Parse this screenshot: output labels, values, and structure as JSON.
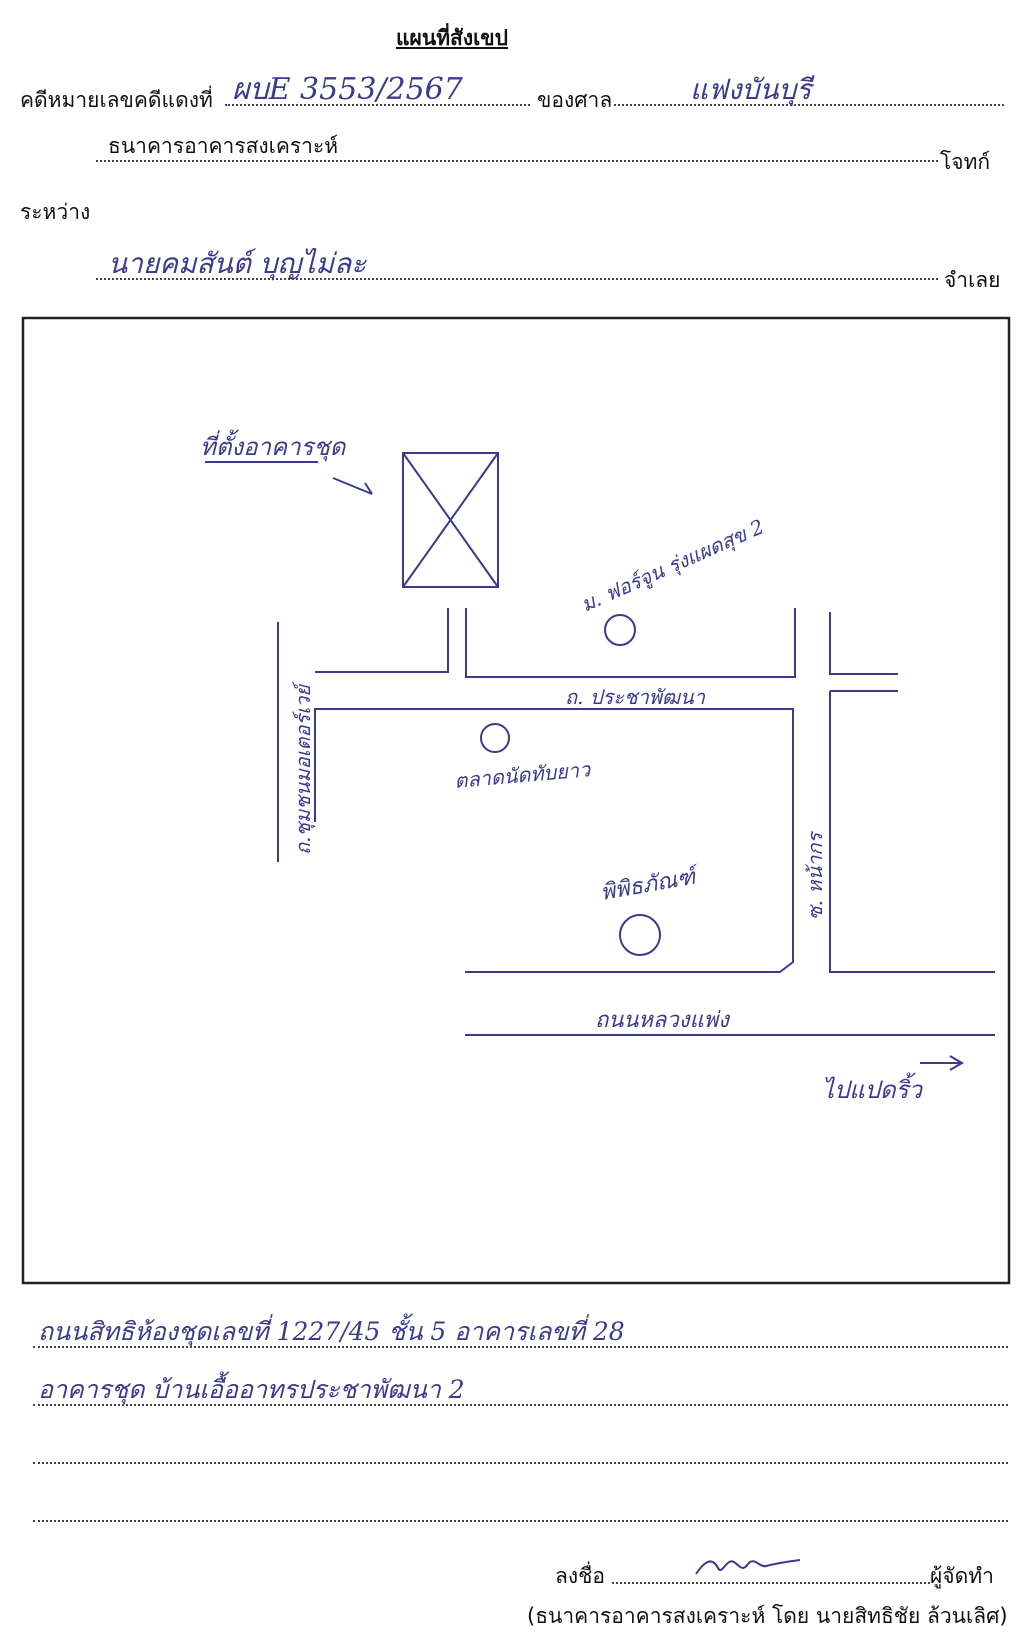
{
  "form": {
    "title": "แผนที่สังเขป",
    "case_label": "คดีหมายเลขคดีแดงที่",
    "case_number": "ผบE 3553/2567",
    "court_label": "ของศาล",
    "court_name": "แฟงบันบุรี",
    "plaintiff_name": "ธนาคารอาคารสงเคราะห์",
    "plaintiff_label": "โจทก์",
    "between_label": "ระหว่าง",
    "defendant_name": "นายคมสันต์ บุญไม่ละ",
    "defendant_label": "จำเลย"
  },
  "map": {
    "property_label": "ที่ตั้งอาคารชุด",
    "village_label": "ม. ฟอร์จูน รุ่งแผดสุข 2",
    "road_prachaphatthana": "ถ. ประชาพัฒนา",
    "market_label": "ตลาดนัดทับยาว",
    "community_road": "ถ.ชุมชนมอเตอร์เวย์",
    "museum_label": "พิพิธภัณฑ์",
    "soi_label": "ซ. หน้ากร",
    "main_road": "ถนนหลวงแพ่ง",
    "direction_label": "ไปแปดริ้ว"
  },
  "notes": {
    "line1": "ถนนสิทธิห้องชุดเลขที่ 1227/45 ชั้น 5 อาคารเลขที่ 28",
    "line2": "อาคารชุด บ้านเอื้ออาทรประชาพัฒนา 2"
  },
  "signature": {
    "sign_label": "ลงชื่อ",
    "maker_label": "ผู้จัดทำ",
    "maker_name": "(ธนาคารอาคารสงเคราะห์ โดย นายสิทธิชัย ล้วนเลิศ)"
  }
}
